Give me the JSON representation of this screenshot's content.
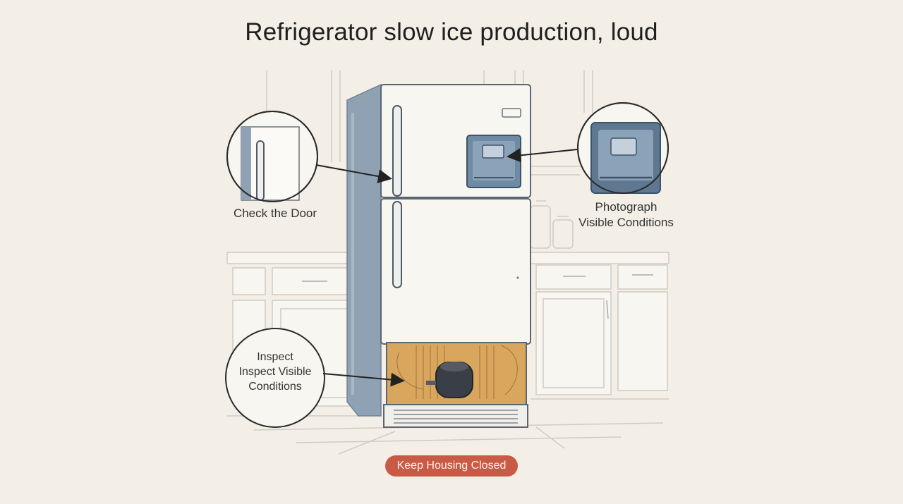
{
  "title": "Refrigerator slow ice production, loud",
  "callouts": {
    "door": {
      "label": "Check the Door",
      "icon": "door-handle-closeup-icon"
    },
    "dispenser": {
      "label_line1": "Photograph",
      "label_line2": "Visible Conditions",
      "icon": "ice-dispenser-closeup-icon"
    },
    "compressor": {
      "label_line1": "Inspect",
      "label_line2": "Inspect Visible",
      "label_line3": "Conditions",
      "icon": "compressor-icon"
    }
  },
  "warning": {
    "label": "Keep Housing Closed"
  },
  "colors": {
    "background": "#f3efe6",
    "fridge_body": "#f8f6f0",
    "fridge_side": "#8fa2b4",
    "compartment": "#d9a65e",
    "warning_pill": "#c95a45"
  }
}
